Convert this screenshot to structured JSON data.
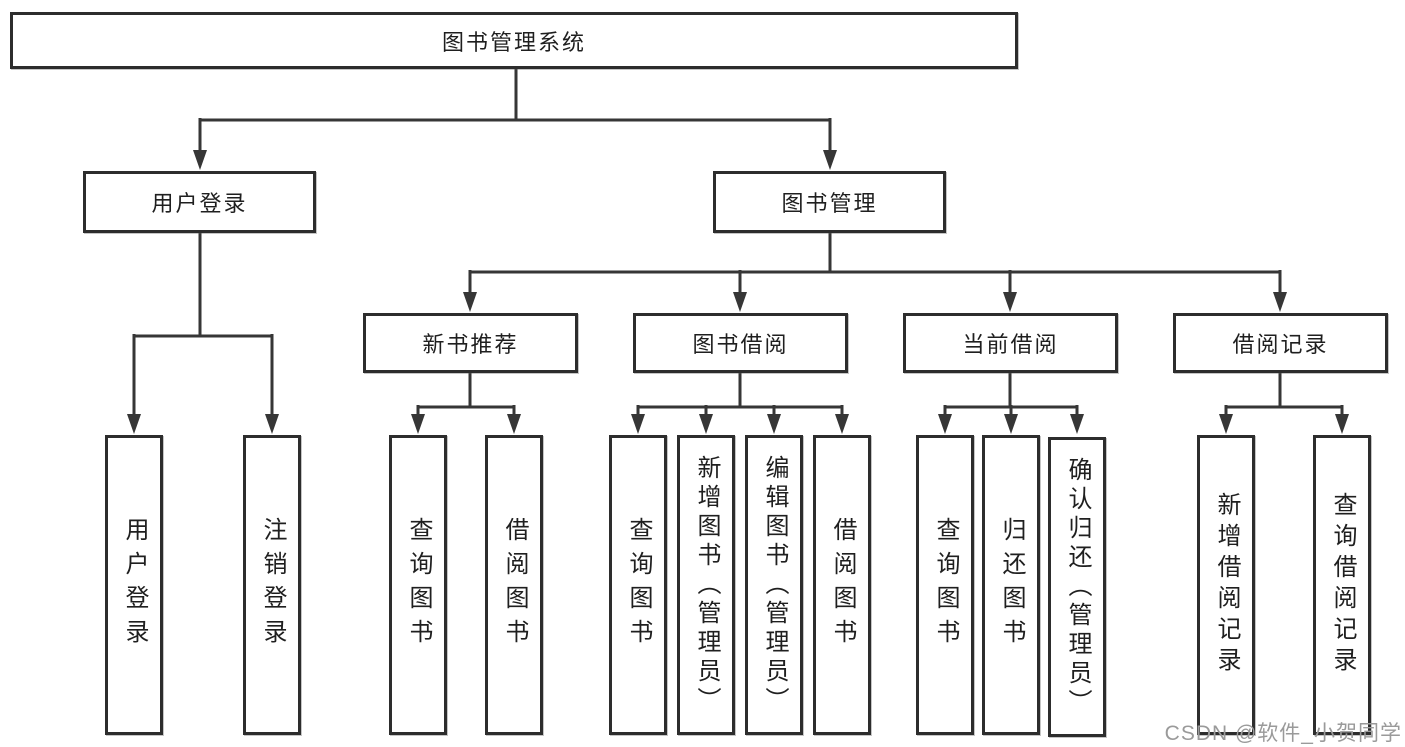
{
  "tree": {
    "root": {
      "label": "图书管理系统",
      "children": [
        {
          "label": "用户登录",
          "children": [
            {
              "label": "用户登录"
            },
            {
              "label": "注销登录"
            }
          ]
        },
        {
          "label": "图书管理",
          "children": [
            {
              "label": "新书推荐",
              "children": [
                {
                  "label": "查询图书"
                },
                {
                  "label": "借阅图书"
                }
              ]
            },
            {
              "label": "图书借阅",
              "children": [
                {
                  "label": "查询图书"
                },
                {
                  "label": "新增图书（管理员）"
                },
                {
                  "label": "编辑图书（管理员）"
                },
                {
                  "label": "借阅图书"
                }
              ]
            },
            {
              "label": "当前借阅",
              "children": [
                {
                  "label": "查询图书"
                },
                {
                  "label": "归还图书"
                },
                {
                  "label": "确认归还（管理员）"
                }
              ]
            },
            {
              "label": "借阅记录",
              "children": [
                {
                  "label": "新增借阅记录"
                },
                {
                  "label": "查询借阅记录"
                }
              ]
            }
          ]
        }
      ]
    }
  },
  "watermark": {
    "text": "CSDN @软件_小贺同学"
  },
  "colors": {
    "line": "#363636",
    "box_border": "#2d2d2d",
    "box_fill": "#ffffff",
    "text": "#1f1f1f",
    "watermark": "#9a9a9a",
    "background": "#ffffff"
  }
}
